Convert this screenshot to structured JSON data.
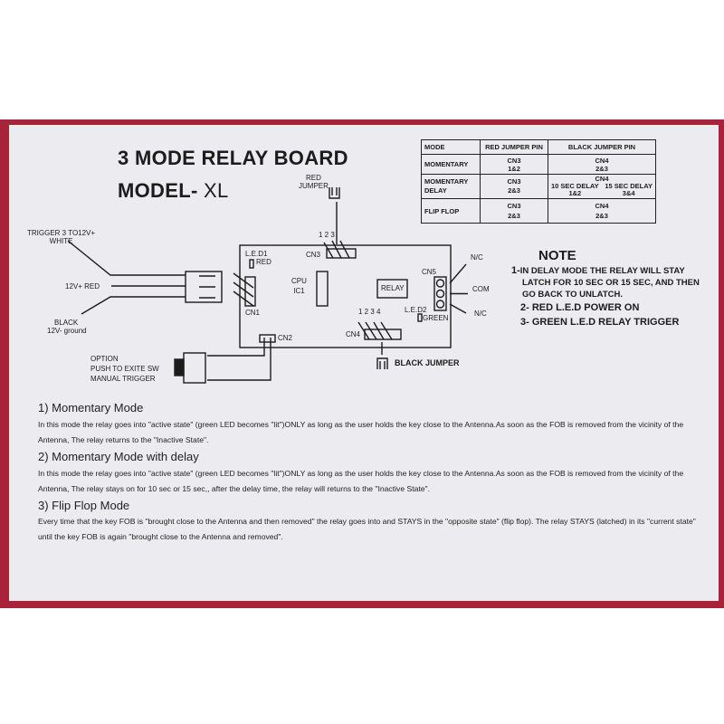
{
  "title": {
    "line1": "3 MODE RELAY BOARD",
    "line2_bold": "MODEL-",
    "line2_light": " XL"
  },
  "table": {
    "header": [
      "MODE",
      "RED JUMPER PIN",
      "BLACK JUMPER PIN"
    ],
    "rows": [
      {
        "mode": "MOMENTARY",
        "red": [
          "CN3",
          "1&2"
        ],
        "black": [
          "CN4",
          "2&3"
        ]
      },
      {
        "mode": [
          "MOMENTARY",
          "DELAY"
        ],
        "red": [
          "CN3",
          "2&3"
        ],
        "black_cn": "CN4",
        "black_a": [
          "10 SEC DELAY",
          "1&2"
        ],
        "black_b": [
          "15 SEC DELAY",
          "3&4"
        ]
      },
      {
        "mode": "FLIP FLOP",
        "red": [
          "CN3",
          "2&3"
        ],
        "black": [
          "CN4",
          "2&3"
        ]
      }
    ]
  },
  "diagram": {
    "red_jumper": [
      "RED",
      "JUMPER"
    ],
    "cn3": "CN3",
    "cn3_pins": "1  2  3",
    "trigger": [
      "TRIGGER 3 TO12V+",
      "WHITE"
    ],
    "v12_red": "12V+ RED",
    "black": [
      "BLACK",
      "12V- ground"
    ],
    "led1": [
      "L.E.D1",
      "RED"
    ],
    "cpu": [
      "CPU",
      "IC1"
    ],
    "relay": "RELAY",
    "cn1": "CN1",
    "cn2": "CN2",
    "cn4": "CN4",
    "cn4_pins": "1  2  3  4",
    "led2": [
      "L.E.D2",
      "GREEN"
    ],
    "cn5": "CN5",
    "nc_top": "N/C",
    "com": "COM",
    "nc_bottom": "N/C",
    "option": [
      "OPTION",
      "PUSH TO EXITE SW",
      "MANUAL TRIGGER"
    ],
    "black_jumper": "BLACK JUMPER"
  },
  "note": {
    "title": "NOTE",
    "item1_num": "1-",
    "item1": [
      "IN DELAY MODE THE RELAY WILL STAY",
      "LATCH FOR 10 SEC OR 15 SEC, AND THEN",
      "GO BACK TO UNLATCH."
    ],
    "item2": "2- RED L.E.D  POWER ON",
    "item3": "3- GREEN L.E.D  RELAY TRIGGER"
  },
  "sections": [
    {
      "heading": "1) Momentary Mode",
      "body": "In this mode the relay goes into \"active state\" (green LED becomes \"lit\")ONLY as long as the user holds the key close to the Antenna.As soon as the FOB is removed from the vicinity of the Antenna, The relay returns to the \"Inactive State\"."
    },
    {
      "heading": "2) Momentary Mode with delay",
      "body": "In this mode the relay goes into \"active state\" (green LED becomes \"lit\")ONLY as long as the user holds the key close to the Antenna.As soon as the FOB is removed from the vicinity of the Antenna, The relay stays on for 10 sec or 15 sec,, after the delay time, the relay will returns to the \"Inactive State\"."
    },
    {
      "heading": "3) Flip Flop Mode",
      "body": "Every time that the key FOB is \"brought close to the Antenna and then removed\" the relay goes into and STAYS in the \"opposite state\" (flip flop). The relay STAYS (latched) in its \"current state\" until the key FOB is again \"brought close to the Antenna and removed\"."
    }
  ]
}
